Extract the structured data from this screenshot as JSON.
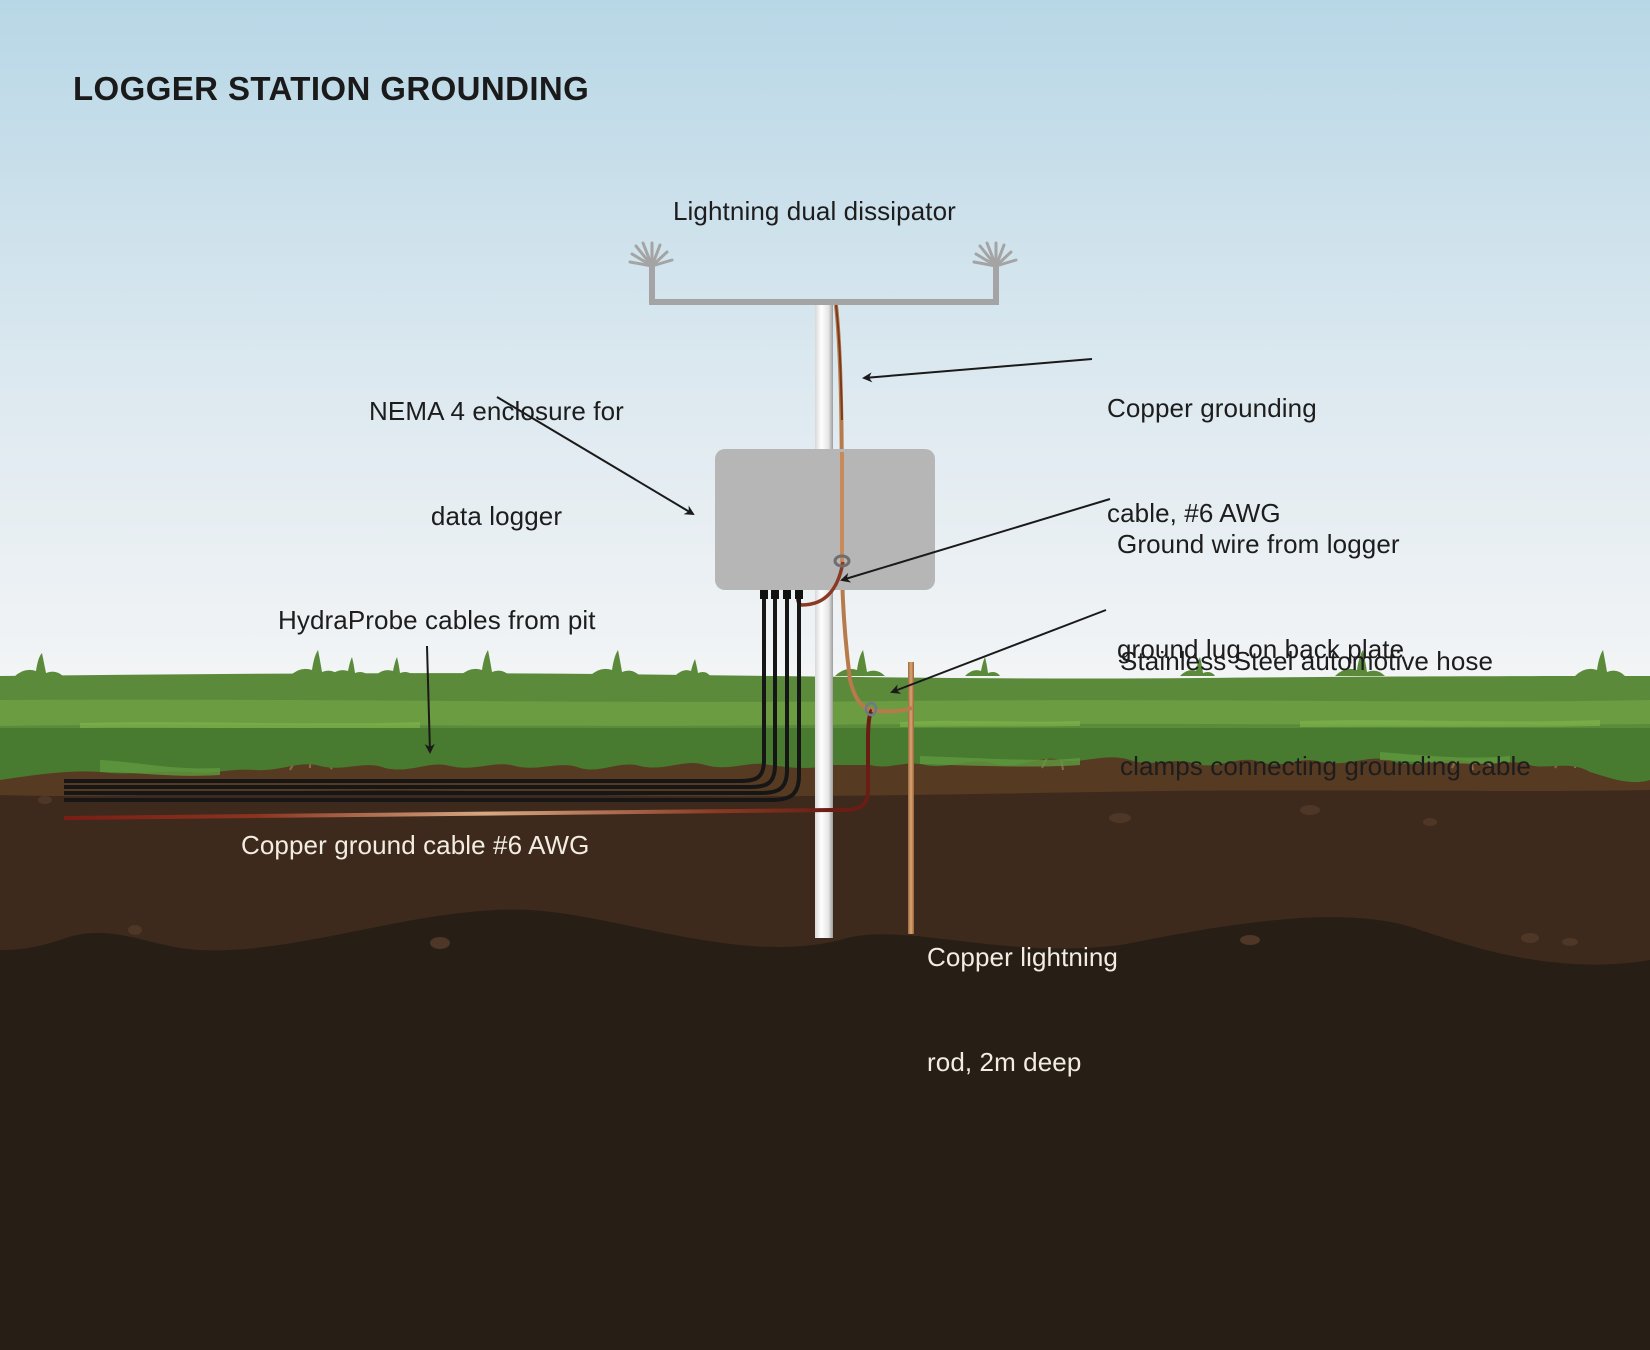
{
  "title": "LOGGER STATION GROUNDING",
  "labels": {
    "dissipator": "Lightning dual dissipator",
    "enclosure_line1": "NEMA 4 enclosure for",
    "enclosure_line2": "data logger",
    "copper_cable_line1": "Copper grounding",
    "copper_cable_line2": "cable, #6 AWG",
    "ground_wire_line1": "Ground wire from logger",
    "ground_wire_line2": "ground lug on back plate",
    "clamps_line1": "Stainless Steel automotive hose",
    "clamps_line2": "clamps connecting grounding cable",
    "hydraprobe": "HydraProbe cables from pit",
    "ground_cable": "Copper ground cable #6 AWG",
    "rod_line1": "Copper lightning",
    "rod_line2": "rod, 2m deep"
  },
  "colors": {
    "sky_top": "#b9d8e7",
    "sky_bottom": "#f2f4f5",
    "grass": "#5a8a3a",
    "grass_light": "#6fa445",
    "grass_dark": "#477a30",
    "topsoil": "#5a3a22",
    "soil": "#3d2a1c",
    "bedrock": "#271f15",
    "enclosure": "#b5b5b5",
    "pole": "#f0f0f0",
    "copper": "#b77a4b",
    "copper_dark": "#6a2018",
    "cable": "#151515",
    "dissipator": "#a5a5a5"
  }
}
